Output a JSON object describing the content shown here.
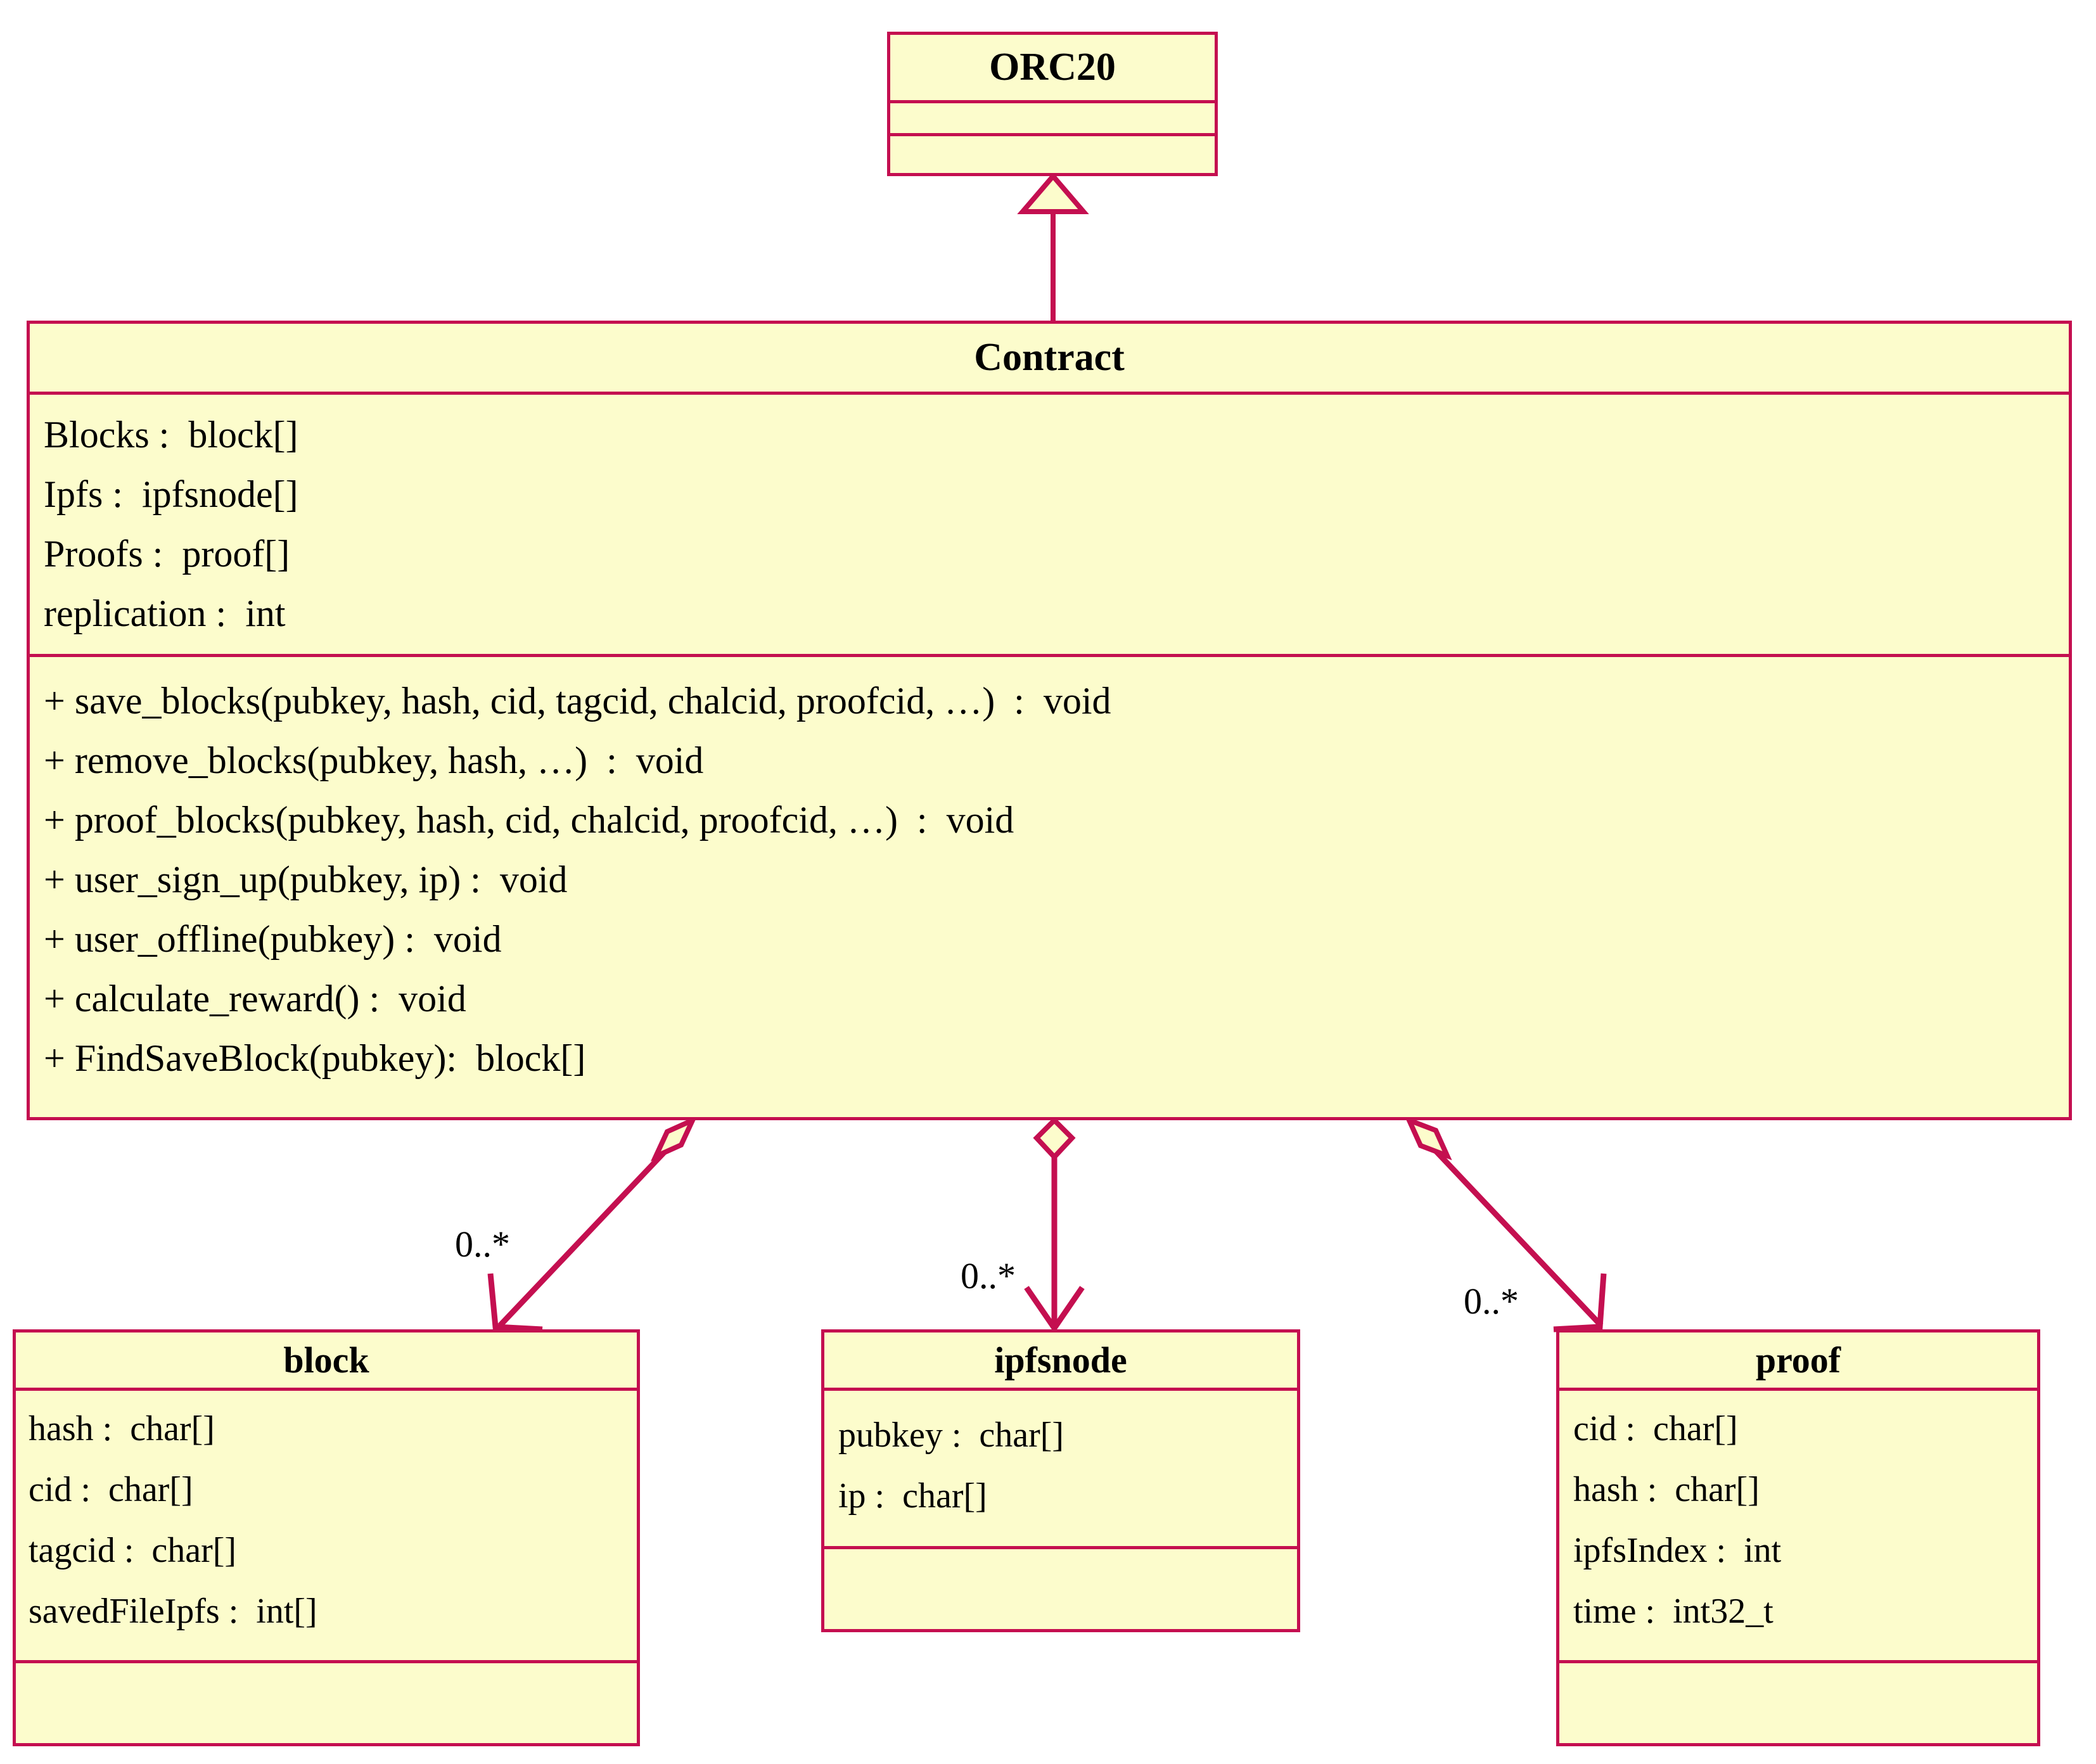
{
  "diagram": {
    "kind": "uml-class-diagram",
    "colors": {
      "class_fill": "#FCFCCC",
      "class_border": "#C40F50",
      "connector": "#C40F50",
      "text": "#000000",
      "background": "#FFFFFF"
    }
  },
  "classes": {
    "orc20": {
      "name": "ORC20",
      "attributes": [],
      "operations": []
    },
    "contract": {
      "name": "Contract",
      "attributes": [
        "Blocks :  block[]",
        "Ipfs :  ipfsnode[]",
        "Proofs :  proof[]",
        "replication :  int"
      ],
      "operations": [
        "+ save_blocks(pubkey, hash, cid, tagcid, chalcid, proofcid, …)  :  void",
        "+ remove_blocks(pubkey, hash, …)  :  void",
        "+ proof_blocks(pubkey, hash, cid, chalcid, proofcid, …)  :  void",
        "+ user_sign_up(pubkey, ip) :  void",
        "+ user_offline(pubkey) :  void",
        "+ calculate_reward() :  void",
        "+ FindSaveBlock(pubkey):  block[]"
      ]
    },
    "block": {
      "name": "block",
      "attributes": [
        "hash :  char[]",
        "cid :  char[]",
        "tagcid :  char[]",
        "savedFileIpfs :  int[]"
      ],
      "operations": []
    },
    "ipfsnode": {
      "name": "ipfsnode",
      "attributes": [
        "pubkey :  char[]",
        "ip :  char[]"
      ],
      "operations": []
    },
    "proof": {
      "name": "proof",
      "attributes": [
        "cid :  char[]",
        "hash :  char[]",
        "ipfsIndex :  int",
        "time :  int32_t"
      ],
      "operations": []
    }
  },
  "relationships": [
    {
      "id": "gen-contract-orc20",
      "type": "generalization",
      "from": "Contract",
      "to": "ORC20",
      "multiplicity": ""
    },
    {
      "id": "agg-contract-block",
      "type": "aggregation",
      "from": "Contract",
      "to": "block",
      "multiplicity": "0..*"
    },
    {
      "id": "agg-contract-ipfsnode",
      "type": "aggregation",
      "from": "Contract",
      "to": "ipfsnode",
      "multiplicity": "0..*"
    },
    {
      "id": "agg-contract-proof",
      "type": "aggregation",
      "from": "Contract",
      "to": "proof",
      "multiplicity": "0..*"
    }
  ]
}
